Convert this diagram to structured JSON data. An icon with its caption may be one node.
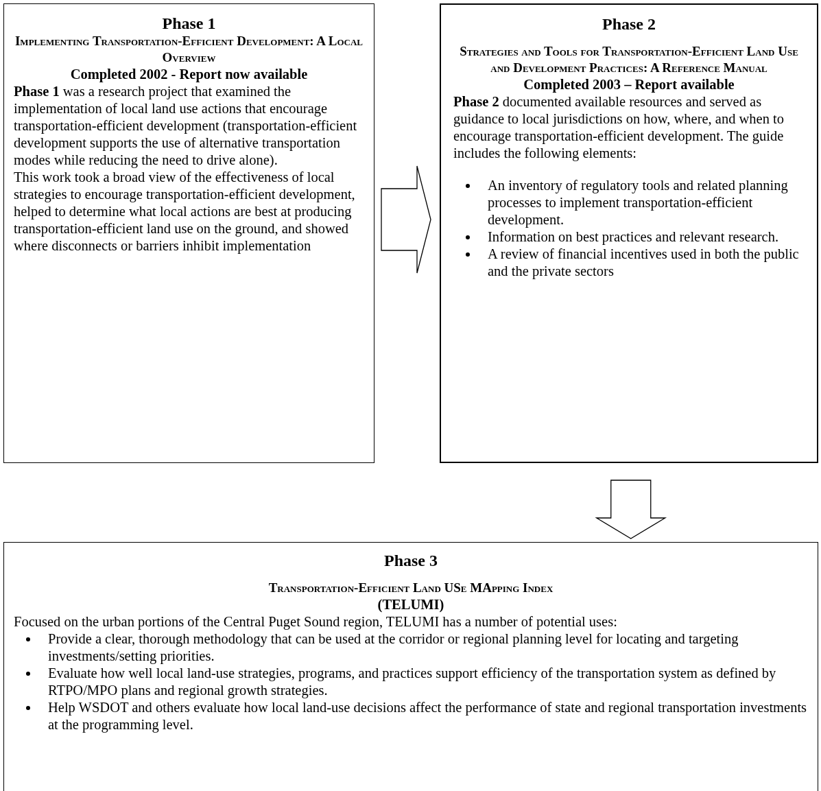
{
  "diagram": {
    "nodes": [
      {
        "text": [
          "Phase 1",
          "Implementing Transportation-Efficient Development: A Local Overview",
          "Completed 2002 - Report now available",
          "**Phase 1** was a research project that examined the implementation of local land use actions that encourage transportation-efficient development (transportation-efficient development supports the use of alternative transportation modes while reducing the need to drive alone).",
          "This work took a broad view of the effectiveness of local strategies to encourage transportation-efficient development, helped to determine what local actions are best at producing transportation-efficient land use on the ground, and showed where disconnects or barriers inhibit implementation"
        ]
      },
      {
        "text": [
          "Phase 2",
          "Strategies and Tools for Transportation-Efficient Land Use and Development Practices: A Reference Manual",
          "Completed 2003 – Report available",
          "**Phase 2** documented available resources and served as guidance to local jurisdictions on how, where, and when to encourage transportation-efficient development. The guide includes the following elements:",
          "An inventory of regulatory tools and related planning processes to implement transportation-efficient development.",
          "Information on best practices and relevant research.",
          "A review of financial incentives used in both the public and the private sectors"
        ]
      },
      {
        "text": [
          "Phase 3",
          "Transportation-Efficient Land USe MApping Index",
          "(TELUMI)",
          "Focused on the urban portions of the Central Puget Sound region, TELUMI has a number of potential uses:",
          "Provide a clear, thorough methodology that can be used at the corridor or regional planning level for locating and targeting investments/setting priorities.",
          "Evaluate how well local land-use strategies, programs, and practices support efficiency of the transportation system as defined by RTPO/MPO plans and regional growth strategies.",
          "Help WSDOT and others evaluate how local land-use decisions affect the performance of state and regional transportation investments at the programming level."
        ]
      }
    ],
    "edges": [
      {
        "from": 0,
        "to": 1,
        "arrow": "to"
      },
      {
        "from": 1,
        "to": 2,
        "arrow": "to"
      }
    ]
  }
}
